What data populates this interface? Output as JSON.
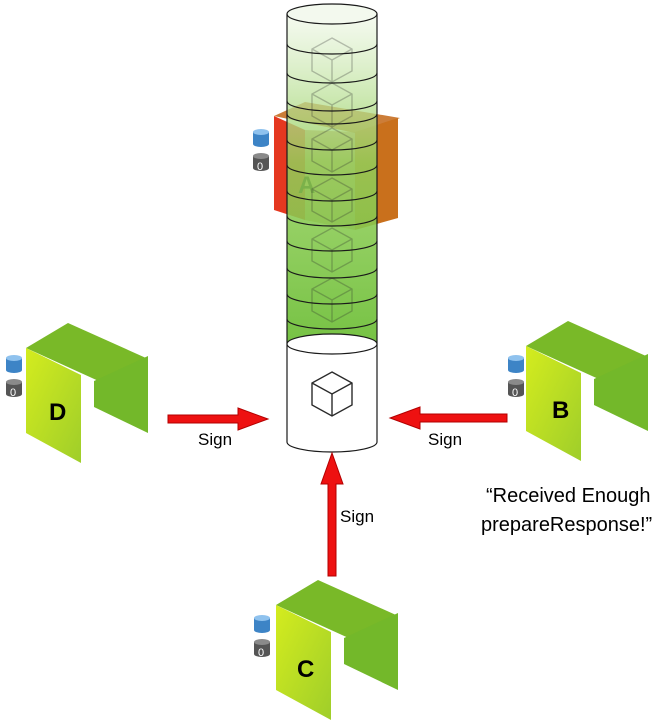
{
  "nodes": {
    "A": {
      "letter": "A",
      "counter": "0"
    },
    "B": {
      "letter": "B",
      "counter": "0"
    },
    "C": {
      "letter": "C",
      "counter": "0"
    },
    "D": {
      "letter": "D",
      "counter": "0"
    }
  },
  "arrows": {
    "left_label": "Sign",
    "right_label": "Sign",
    "bottom_label": "Sign"
  },
  "quote": {
    "line1": "“Received Enough",
    "line2": "prepareResponse!”"
  },
  "colors": {
    "node_green": "#79b928",
    "node_light": "#b7dc2a",
    "arrow_red": "#ee1111",
    "chain_green": "#6fbf3a",
    "db_blue": "#3d84c6",
    "db_dark": "#555555"
  }
}
